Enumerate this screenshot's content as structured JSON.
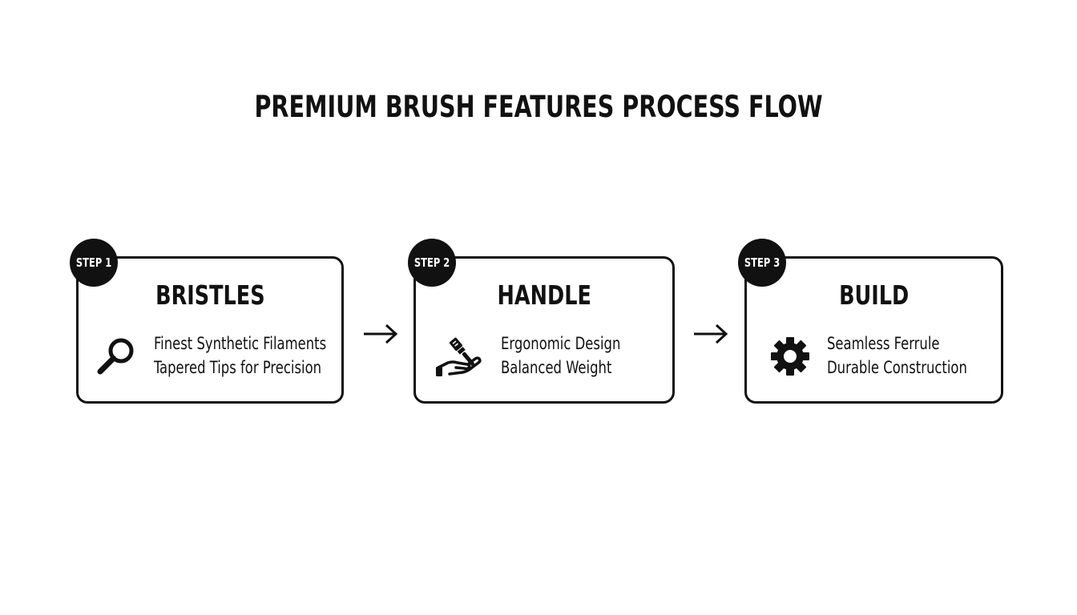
{
  "title": "PREMIUM BRUSH FEATURES PROCESS FLOW",
  "steps": [
    {
      "badge": "STEP 1",
      "title": "BRISTLES",
      "icon": "magnifying-glass-icon",
      "lines": [
        "Finest Synthetic Filaments",
        "Tapered Tips for Precision"
      ]
    },
    {
      "badge": "STEP 2",
      "title": "HANDLE",
      "icon": "hand-holding-brush-icon",
      "lines": [
        "Ergonomic Design",
        "Balanced Weight"
      ]
    },
    {
      "badge": "STEP 3",
      "title": "BUILD",
      "icon": "gear-icon",
      "lines": [
        "Seamless Ferrule",
        "Durable Construction"
      ]
    }
  ],
  "colors": {
    "ink": "#111111",
    "background": "#ffffff"
  }
}
